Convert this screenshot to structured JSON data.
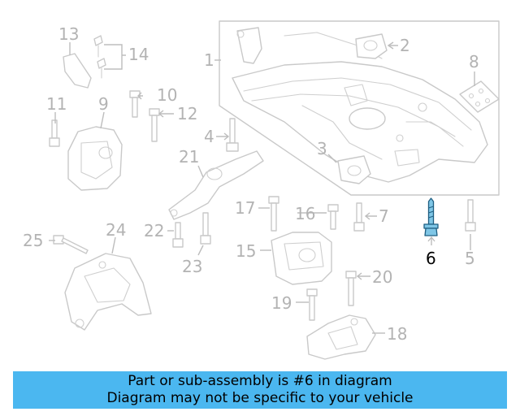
{
  "callouts": {
    "c1": "1",
    "c2": "2",
    "c3": "3",
    "c4": "4",
    "c5": "5",
    "c6": "6",
    "c7": "7",
    "c8": "8",
    "c9": "9",
    "c10": "10",
    "c11": "11",
    "c12": "12",
    "c13": "13",
    "c14": "14",
    "c15": "15",
    "c16": "16",
    "c17": "17",
    "c18": "18",
    "c19": "19",
    "c20": "20",
    "c21": "21",
    "c22": "22",
    "c23": "23",
    "c24": "24",
    "c25": "25"
  },
  "highlighted_part": "6",
  "colors": {
    "highlight": "#7fc6e6",
    "banner": "#4bb7f0",
    "line_art": "#c9c9c9",
    "callout_text": "#b3b3b3"
  },
  "banner": {
    "line1": "Part or sub-assembly is #6 in diagram",
    "line2": "Diagram may not be specific to your vehicle"
  }
}
